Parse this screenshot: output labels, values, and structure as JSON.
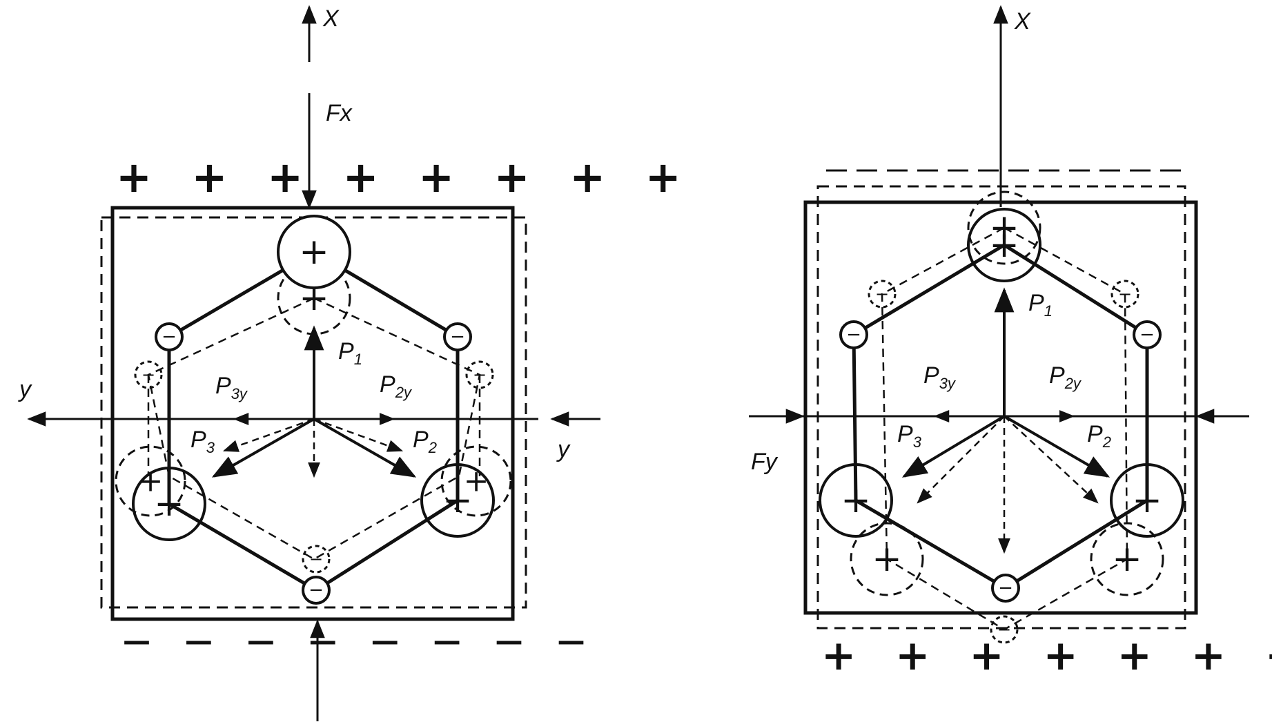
{
  "labels": {
    "x_axis": "X",
    "y_axis": "y",
    "force_x": "Fx",
    "force_y": "Fy",
    "p": "P",
    "p1_sub": "1",
    "p2_sub": "2",
    "p3_sub": "3",
    "p2y_sub": "2y",
    "p3y_sub": "3y",
    "plus": "+",
    "minus": "−",
    "plus_row": "+ + + + + + + +",
    "plus_row_right": "+ + + +   + + + +",
    "minus_row": "— — — — — — — —"
  },
  "colors": {
    "ink": "#111111",
    "background": "#ffffff"
  }
}
